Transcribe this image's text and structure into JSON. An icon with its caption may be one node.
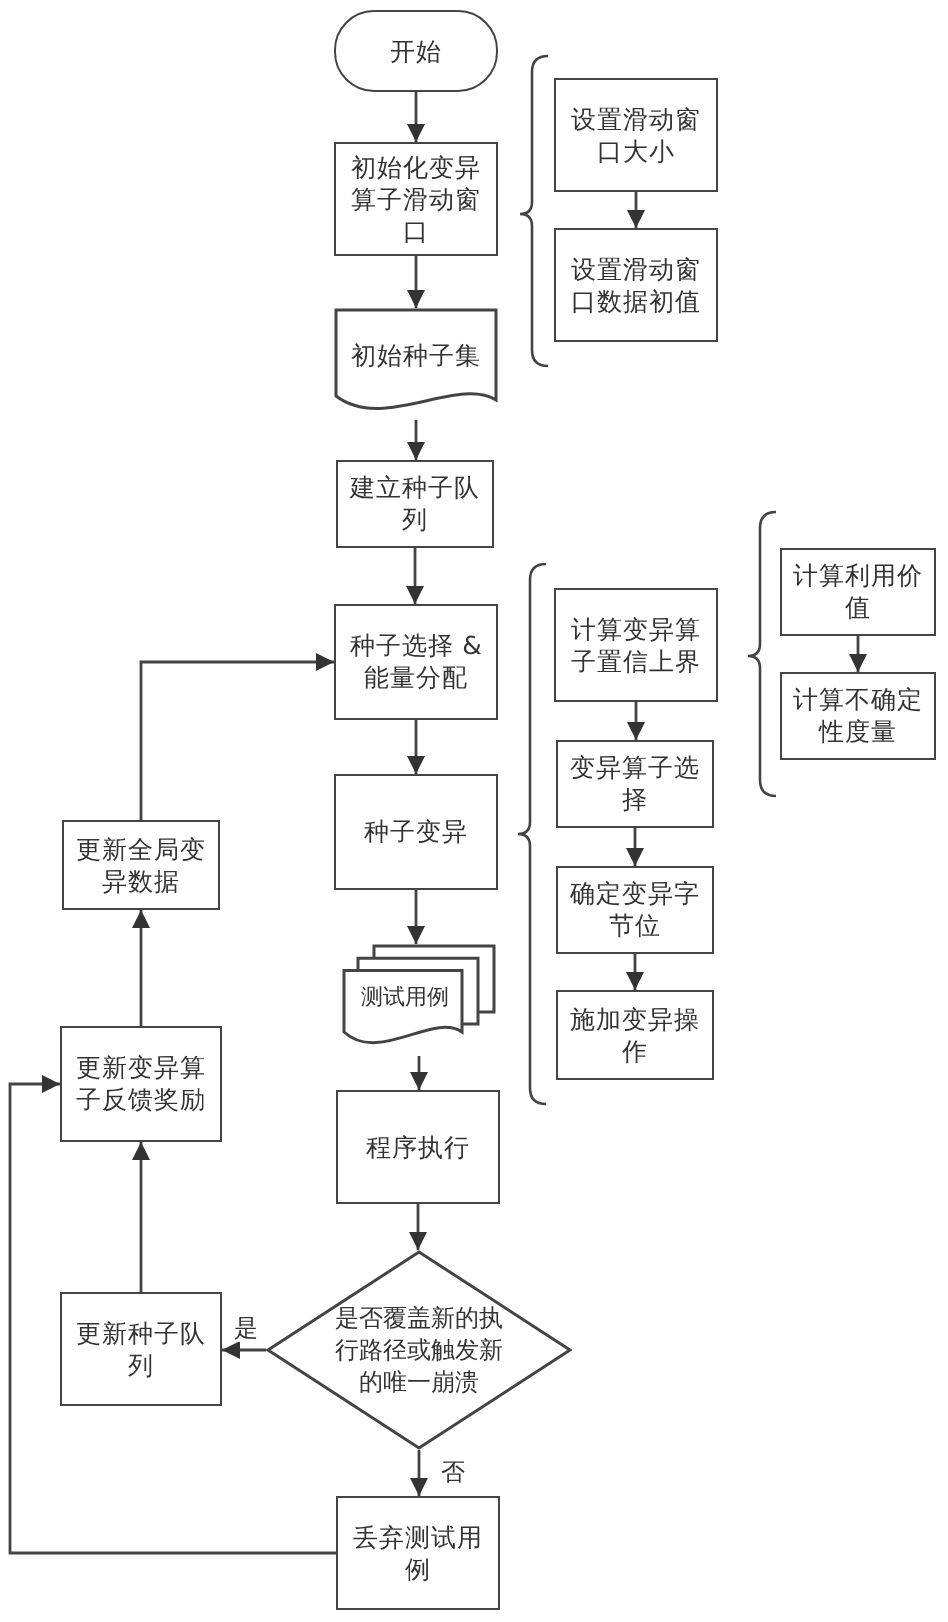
{
  "diagram": {
    "nodes": [
      {
        "text": [
          "开始"
        ]
      },
      {
        "text": [
          "初始化变异算子滑动窗口"
        ]
      },
      {
        "text": [
          "设置滑动窗口大小"
        ]
      },
      {
        "text": [
          "设置滑动窗口数据初值"
        ]
      },
      {
        "text": [
          "初始种子集"
        ]
      },
      {
        "text": [
          "建立种子队列"
        ]
      },
      {
        "text": [
          "种子选择 & 能量分配"
        ]
      },
      {
        "text": [
          "种子变异"
        ]
      },
      {
        "text": [
          "测试用例"
        ]
      },
      {
        "text": [
          "程序执行"
        ]
      },
      {
        "text": [
          "是否覆盖新的执行路径或触发新的唯一崩溃"
        ]
      },
      {
        "text": [
          "丢弃测试用例"
        ]
      },
      {
        "text": [
          "计算变异算子置信上界"
        ]
      },
      {
        "text": [
          "变异算子选择"
        ]
      },
      {
        "text": [
          "确定变异字节位"
        ]
      },
      {
        "text": [
          "施加变异操作"
        ]
      },
      {
        "text": [
          "计算利用价值"
        ]
      },
      {
        "text": [
          "计算不确定性度量"
        ]
      },
      {
        "text": [
          "更新全局变异数据"
        ]
      },
      {
        "text": [
          "更新变异算子反馈奖励"
        ]
      },
      {
        "text": [
          "更新种子队列"
        ]
      }
    ],
    "edges": [
      {
        "from": 0,
        "to": 1,
        "arrow": "to"
      },
      {
        "from": 1,
        "to": 4,
        "arrow": "to"
      },
      {
        "from": 4,
        "to": 5,
        "arrow": "to"
      },
      {
        "from": 5,
        "to": 6,
        "arrow": "to"
      },
      {
        "from": 6,
        "to": 7,
        "arrow": "to"
      },
      {
        "from": 7,
        "to": 8,
        "arrow": "to"
      },
      {
        "from": 8,
        "to": 9,
        "arrow": "to"
      },
      {
        "from": 9,
        "to": 10,
        "arrow": "to"
      },
      {
        "from": 10,
        "to": 20,
        "arrow": "to",
        "label": "是"
      },
      {
        "from": 10,
        "to": 11,
        "arrow": "to",
        "label": "否"
      },
      {
        "from": 20,
        "to": 19,
        "arrow": "to"
      },
      {
        "from": 19,
        "to": 18,
        "arrow": "to"
      },
      {
        "from": 18,
        "to": 6,
        "arrow": "to"
      },
      {
        "from": 11,
        "to": 19,
        "arrow": "to"
      },
      {
        "from": 2,
        "to": 3,
        "arrow": "to"
      },
      {
        "from": 12,
        "to": 13,
        "arrow": "to"
      },
      {
        "from": 13,
        "to": 14,
        "arrow": "to"
      },
      {
        "from": 14,
        "to": 15,
        "arrow": "to"
      },
      {
        "from": 16,
        "to": 17,
        "arrow": "to"
      }
    ]
  }
}
